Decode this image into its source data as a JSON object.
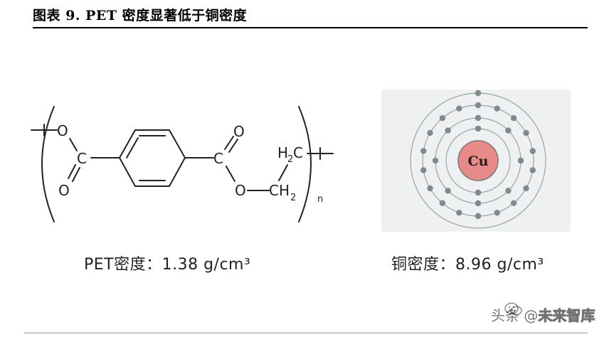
{
  "header": {
    "title": "图表 9.   PET 密度显著低于铜密度"
  },
  "pet": {
    "atoms": {
      "o1": "O",
      "c1": "C",
      "o2": "O",
      "o3": "O",
      "c2": "C",
      "o4": "O",
      "h2c_h": "H",
      "h2c_2": "2",
      "h2c_c": "C",
      "ch2_ch": "CH",
      "ch2_2": "2",
      "subscript_n": "n"
    },
    "caption": "PET密度：1.38 g/cm³"
  },
  "copper": {
    "symbol": "Cu",
    "caption": "铜密度：8.96 g/cm³",
    "shells": [
      2,
      8,
      18,
      1
    ],
    "colors": {
      "nucleus": "#e88a88",
      "nucleus_stroke": "#777777",
      "electron": "#7f8a8c",
      "shell": "#9aa2a4"
    }
  },
  "watermark": {
    "prefix": "头条 @",
    "text": "未来智库",
    "icon": "wechat-icon"
  }
}
